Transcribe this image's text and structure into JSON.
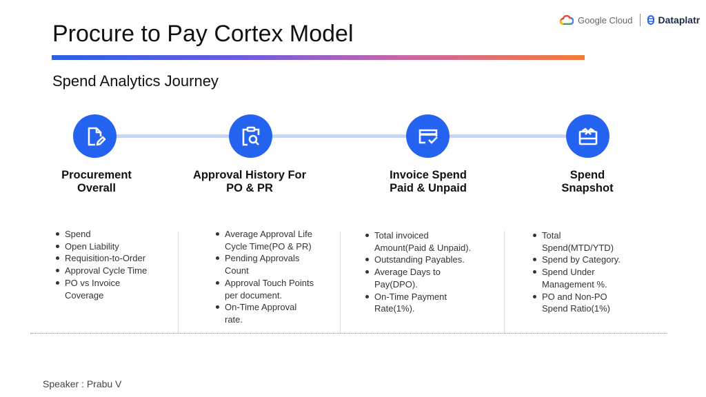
{
  "header": {
    "title": "Procure to Pay Cortex Model",
    "subtitle": "Spend Analytics Journey",
    "logo_google": "Google Cloud",
    "logo_dataplatr": "Dataplatr"
  },
  "stages": [
    {
      "title": "Procurement\nOverall",
      "icon": "document-edit-icon",
      "items": [
        "Spend",
        "Open Liability",
        "Requisition-to-Order",
        "Approval Cycle Time",
        "PO vs Invoice\nCoverage"
      ]
    },
    {
      "title": "Approval History For\nPO & PR",
      "icon": "clipboard-search-icon",
      "items": [
        "Average Approval Life\nCycle Time(PO & PR)",
        "Pending Approvals\nCount",
        "Approval Touch Points\nper document.",
        "On-Time Approval\nrate."
      ]
    },
    {
      "title": "Invoice Spend\nPaid & Unpaid",
      "icon": "card-check-icon",
      "items": [
        "Total invoiced\nAmount(Paid & Unpaid).",
        "Outstanding Payables.",
        "Average Days to\nPay(DPO).",
        "On-Time Payment\nRate(1%)."
      ]
    },
    {
      "title": "Spend\nSnapshot",
      "icon": "gift-card-icon",
      "items": [
        "Total\nSpend(MTD/YTD)",
        "Spend by Category.",
        "Spend Under\nManagement %.",
        "PO and Non-PO\nSpend Ratio(1%)"
      ]
    }
  ],
  "footer": {
    "speaker": "Speaker : Prabu V"
  },
  "colors": {
    "accent": "#2463f0",
    "timeline": "#c5d5f7"
  }
}
